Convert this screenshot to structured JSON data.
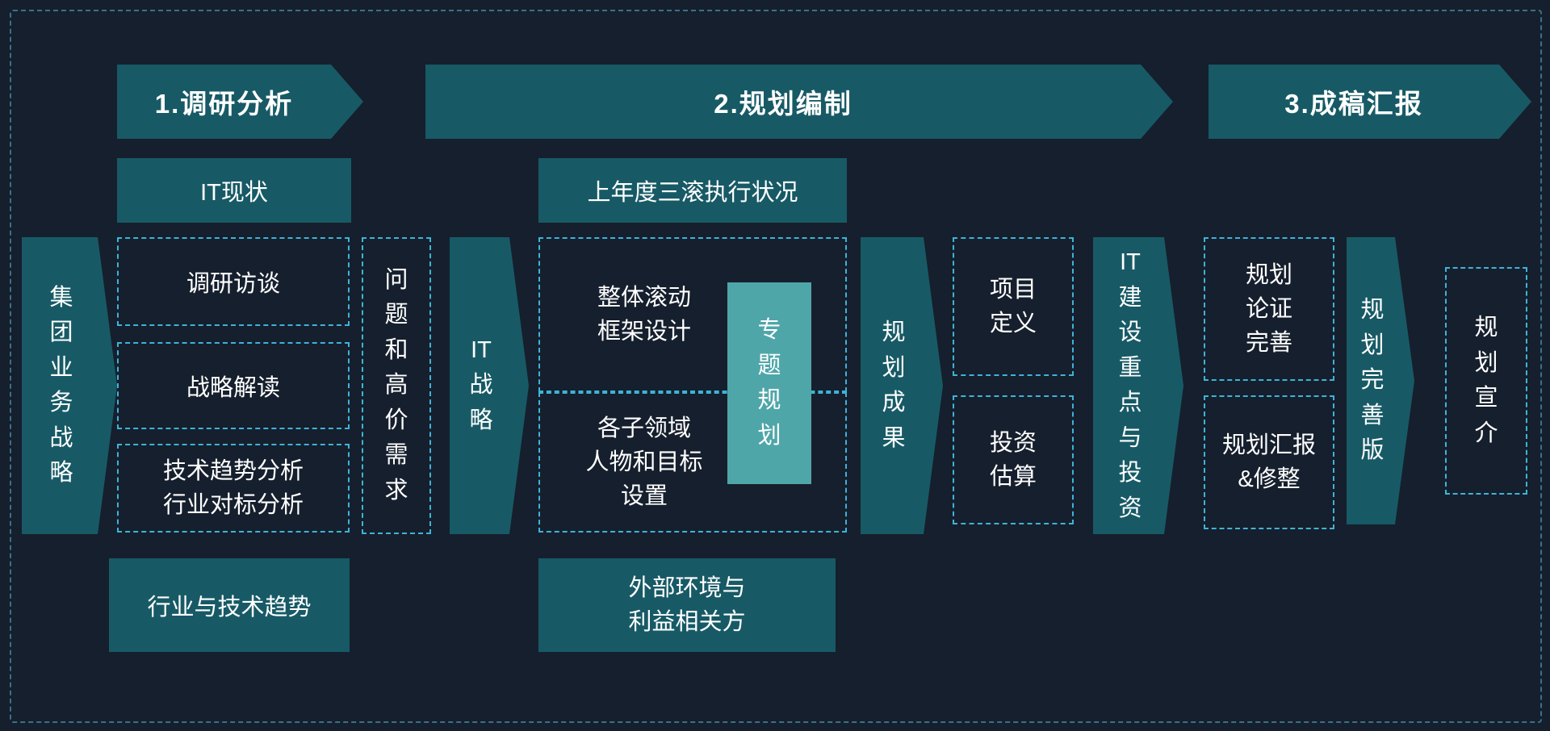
{
  "colors": {
    "background": "#161f2d",
    "teal": "#175a66",
    "light_teal": "#4fa6a9",
    "dashed_border": "#3db4d8",
    "outer_border": "#3a7186",
    "text": "#ffffff"
  },
  "headers": {
    "stage1": "1.调研分析",
    "stage2": "2.规划编制",
    "stage3": "3.成稿汇报"
  },
  "left": {
    "group_strategy": "集团业务战略"
  },
  "stage1": {
    "it_status": "IT现状",
    "interview": "调研访谈",
    "strategy_read": "战略解读",
    "tech_trend": "技术趋势分析\n行业对标分析",
    "industry_trend": "行业与技术趋势",
    "problems": "问题和高价需求",
    "it_strategy": "IT战略"
  },
  "stage2": {
    "last_year": "上年度三滚执行状况",
    "framework": "整体滚动\n框架设计",
    "subdomain": "各子领域\n人物和目标\n设置",
    "special_plan": "专题规划",
    "external": "外部环境与\n利益相关方",
    "result": "规划成果",
    "project_def": "项目\n定义",
    "investment": "投资\n估算",
    "it_focus": "IT建设重点与投资"
  },
  "stage3": {
    "improve": "规划\n论证\n完善",
    "report": "规划汇报\n&修整",
    "final_version": "规划完善版",
    "promo": "规划宣介"
  }
}
